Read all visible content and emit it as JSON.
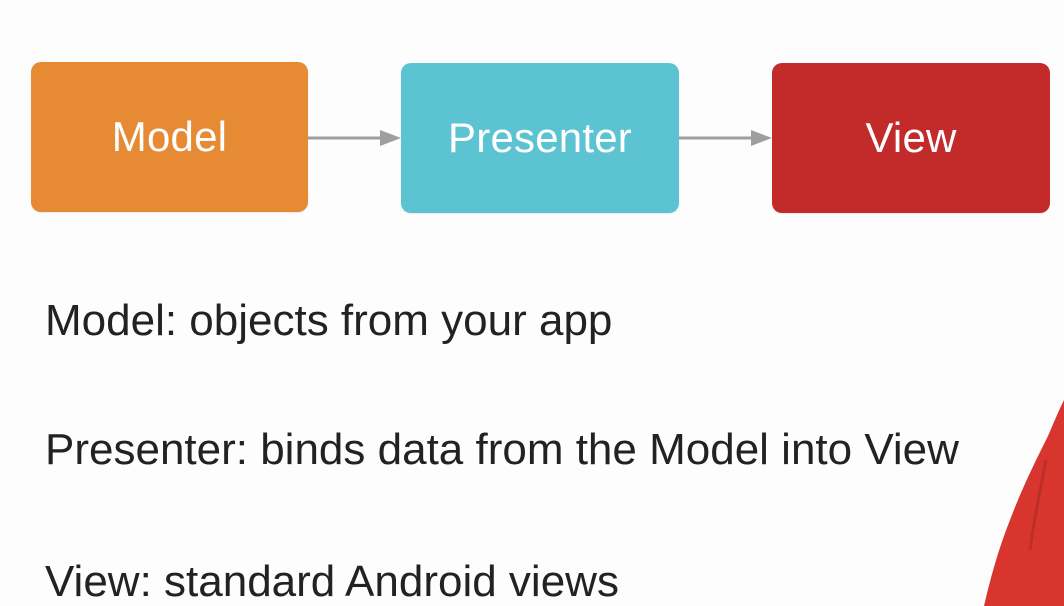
{
  "diagram": {
    "boxes": [
      {
        "label": "Model",
        "color": "#E68A33"
      },
      {
        "label": "Presenter",
        "color": "#5BC3D2"
      },
      {
        "label": "View",
        "color": "#C22B29"
      }
    ],
    "arrow_color": "#9E9E9E"
  },
  "descriptions": {
    "model": "Model: objects from your app",
    "presenter": "Presenter: binds data from the Model into View",
    "view": "View: standard Android views"
  },
  "speaker_shirt_color": "#D8352F"
}
